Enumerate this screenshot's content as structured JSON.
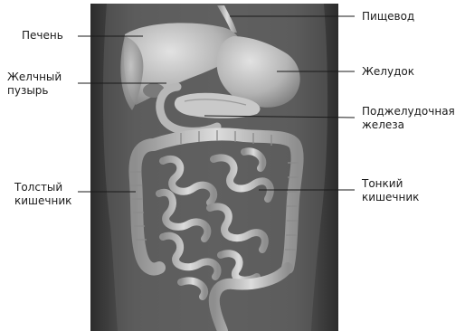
{
  "labels": {
    "liver": "Печень",
    "gallbladder": "Желчный\nпузырь",
    "colon": "Толстый\nкишечник",
    "esophagus": "Пищевод",
    "stomach": "Желудок",
    "pancreas": "Поджелудочная\nжелеза",
    "small_intestine": "Тонкий\nкишечник"
  },
  "colors": {
    "background": "#ffffff",
    "panel": "#4d4d4d",
    "organ_light": "#d2d2d2",
    "organ_mid": "#a9a9a9",
    "organ_dark": "#7a7a7a",
    "leader_line": "#1a1a1a"
  }
}
